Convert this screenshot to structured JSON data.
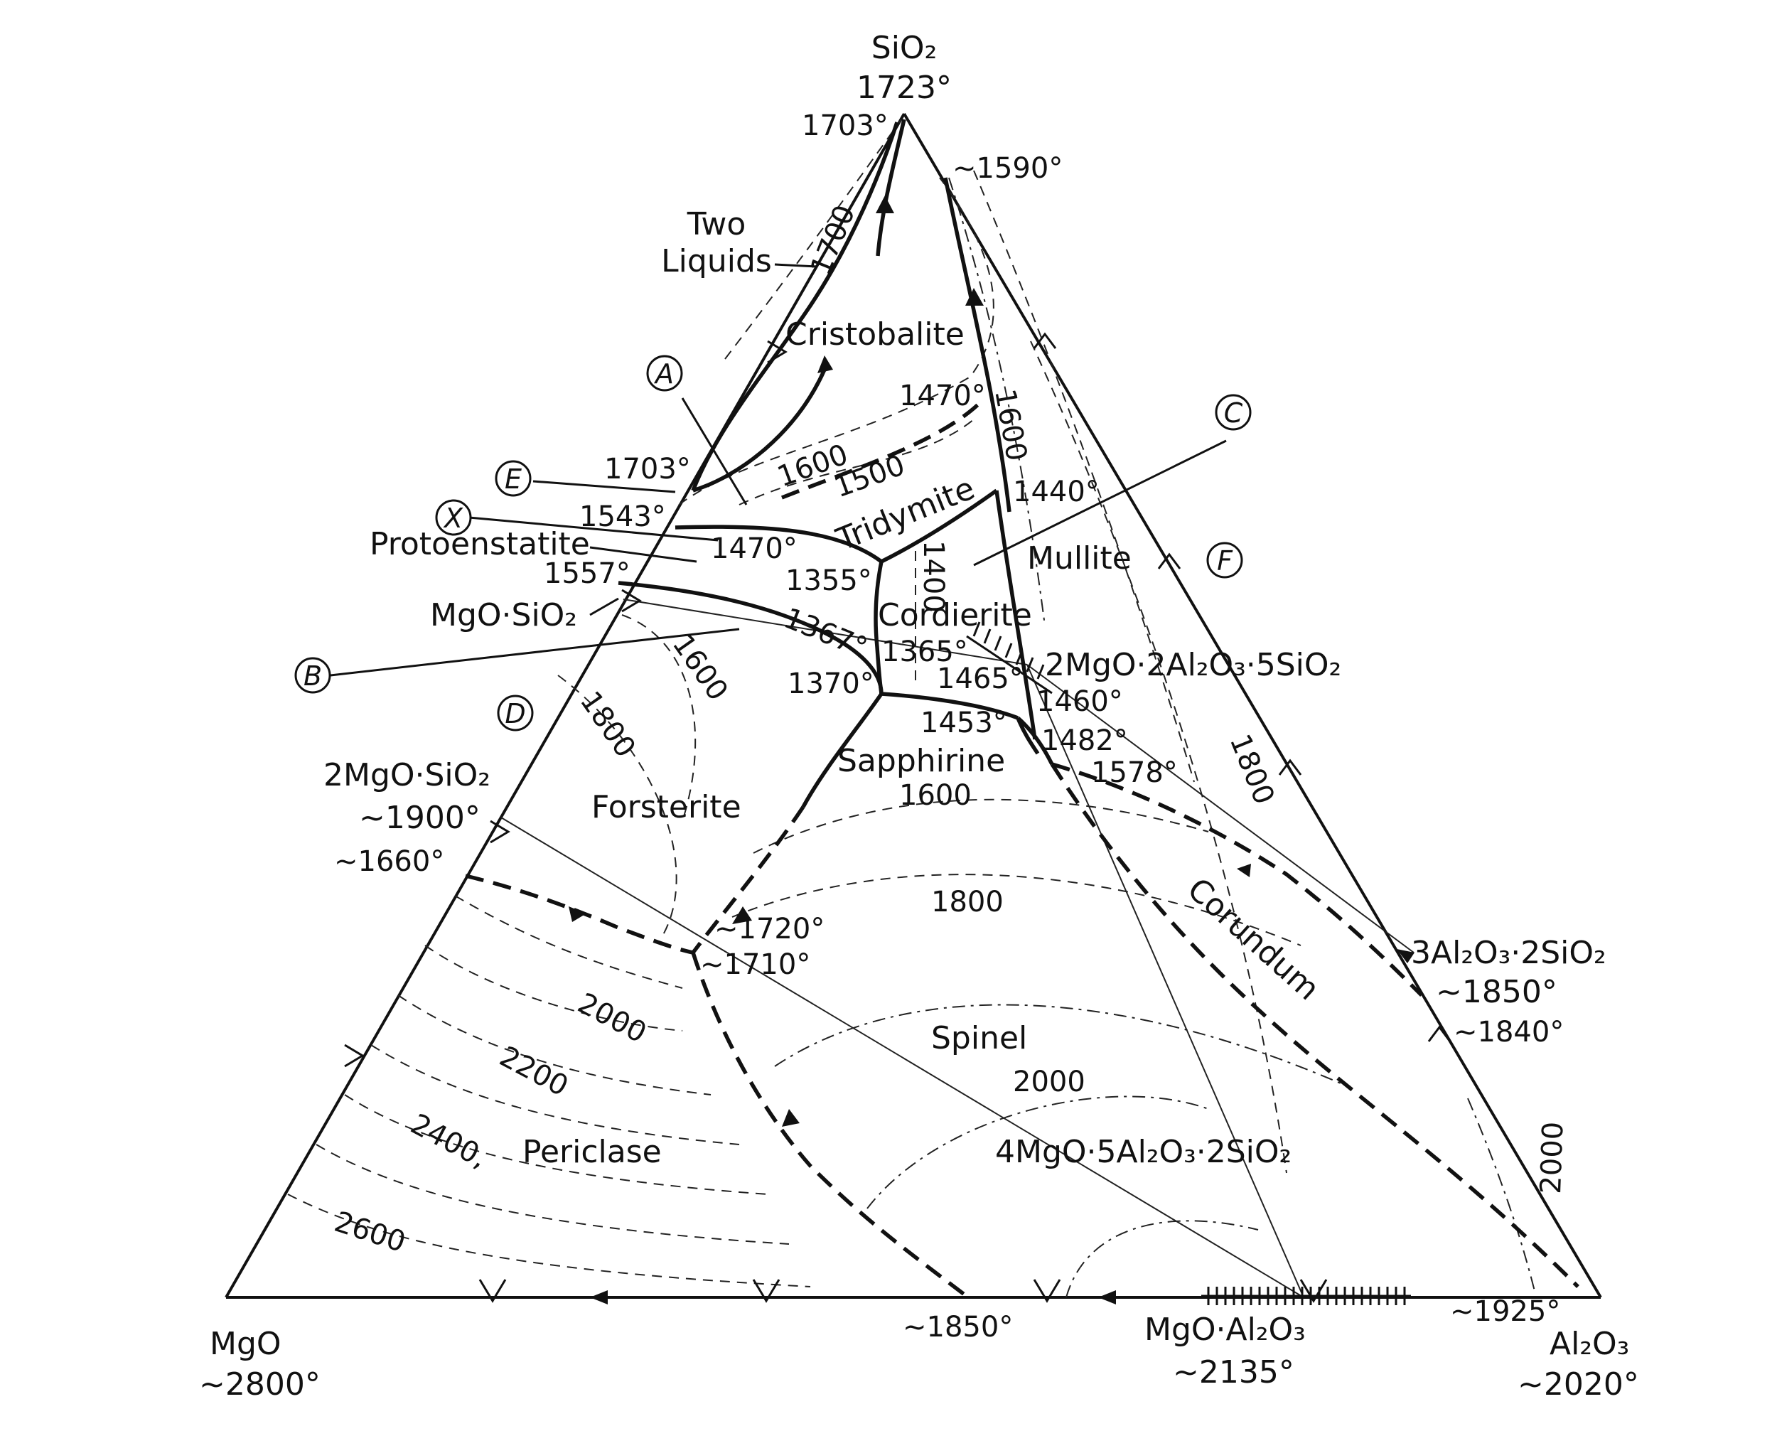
{
  "vertices": {
    "sio2": {
      "formula": "SiO₂",
      "temp": "1723°"
    },
    "mgo": {
      "formula": "MgO",
      "temp": "~2800°"
    },
    "al2o3": {
      "formula": "Al₂O₃",
      "temp": "~2020°"
    }
  },
  "compounds": {
    "mgo_sio2": "MgO·SiO₂",
    "forsterite_formula": "2MgO·SiO₂",
    "forsterite_temp": "~1900°",
    "cordierite_formula": "2MgO·2Al₂O₃·5SiO₂",
    "mullite_formula": "3Al₂O₃·2SiO₂",
    "mullite_temp": "~1850°",
    "spinel_formula": "MgO·Al₂O₃",
    "spinel_temp": "~2135°",
    "sapphirine_formula": "4MgO·5Al₂O₃·2SiO₂"
  },
  "fields": {
    "two_liquids": [
      "Two",
      "Liquids"
    ],
    "cristobalite": "Cristobalite",
    "tridymite": "Tridymite",
    "protoenstatite": "Protoenstatite",
    "mullite": "Mullite",
    "cordierite": "Cordierite",
    "sapphirine": "Sapphirine",
    "forsterite": "Forsterite",
    "corundum": "Corundum",
    "spinel": "Spinel",
    "periclase": "Periclase"
  },
  "point_temps": {
    "t1703_top": "1703°",
    "t1590": "~1590°",
    "t1470_upper": "1470°",
    "t1703_left": "1703°",
    "t1543": "1543°",
    "t1440": "1440°",
    "t1470_mid": "1470°",
    "t1557": "1557°",
    "t1355": "1355°",
    "t1367": "1367°",
    "t1365": "1365°",
    "t1370": "1370°",
    "t1465": "1465°",
    "t1460": "1460°",
    "t1453": "1453°",
    "t1482": "1482°",
    "t1578": "1578°",
    "t1660": "~1660°",
    "t1720": "~1720°",
    "t1710": "~1710°",
    "t1840": "~1840°",
    "t1850_base": "~1850°",
    "t1925": "~1925°"
  },
  "isotherms": {
    "i1700": "1700",
    "i1600_top": "1600",
    "i1500": "1500",
    "i1600_right": "1600",
    "i1400": "1400",
    "i1600_fors": "1600",
    "i1800_fors": "1800",
    "i1800_right": "1800",
    "i1600_spinel": "1600",
    "i1800_spinel": "1800",
    "i2000_spinel": "2000",
    "i2000_per": "2000",
    "i2200": "2200",
    "i2400": "2400,",
    "i2600": "2600",
    "i2000_right": "2000"
  },
  "markers": {
    "a": "A",
    "b": "B",
    "c": "C",
    "d": "D",
    "e": "E",
    "f": "F",
    "x": "X"
  }
}
